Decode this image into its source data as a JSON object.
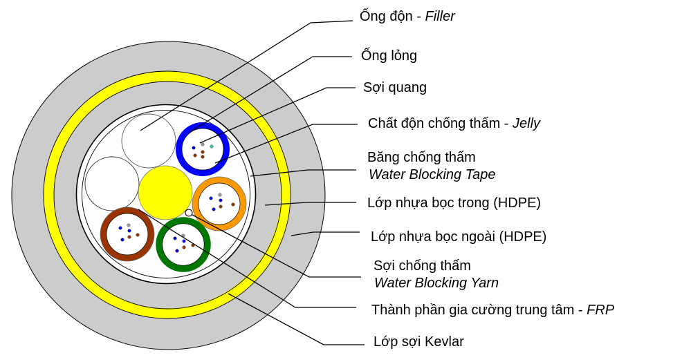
{
  "diagram": {
    "title": "Fiber optic cable cross-section",
    "colors": {
      "outer_sheath": "#cccccc",
      "kevlar": "#ffff00",
      "core": "#ffffff",
      "frp": "#ffff00",
      "outline": "#000000",
      "tube_blue": "#0000ff",
      "tube_orange": "#ff9900",
      "tube_brown": "#993300",
      "tube_green": "#007700",
      "fiber_gray": "#999999",
      "fiber_teal": "#33cc99",
      "fiber_blue": "#0000ee",
      "fiber_brown": "#993300"
    },
    "tubes": [
      {
        "name": "tube-blue",
        "color": "#0000ff",
        "fibers": [
          "gray",
          "teal",
          "blue",
          "brown",
          "brown",
          "brown"
        ]
      },
      {
        "name": "tube-orange",
        "color": "#ff9900",
        "fibers": [
          "gray",
          "blue",
          "blue",
          "brown",
          "brown",
          "blue"
        ]
      },
      {
        "name": "tube-brown",
        "color": "#993300",
        "fibers": [
          "gray",
          "blue",
          "blue",
          "brown",
          "brown",
          "blue"
        ]
      },
      {
        "name": "tube-green",
        "color": "#007700",
        "fibers": [
          "gray",
          "blue",
          "blue",
          "brown",
          "brown",
          "blue"
        ]
      }
    ],
    "filler_count": 2
  },
  "labels": {
    "filler": {
      "text": "Ống độn - ",
      "italic": "Filler"
    },
    "loose_tube": {
      "text": "Ống lỏng"
    },
    "fiber": {
      "text": "Sợi quang"
    },
    "jelly": {
      "text": "Chất độn chống thấm - ",
      "italic": "Jelly"
    },
    "tape": {
      "text": "Băng chống thấm",
      "italic": "Water Blocking Tape"
    },
    "inner_hdpe": {
      "text": "Lớp nhựa bọc trong (HDPE)"
    },
    "outer_hdpe": {
      "text": "Lớp nhựa bọc ngoài (HDPE)"
    },
    "yarn": {
      "text": "Sợi chống thấm",
      "italic": "Water Blocking Yarn"
    },
    "frp": {
      "text": "Thành phần gia cường trung tâm - ",
      "italic": "FRP"
    },
    "kevlar": {
      "text": "Lớp sợi Kevlar"
    }
  }
}
